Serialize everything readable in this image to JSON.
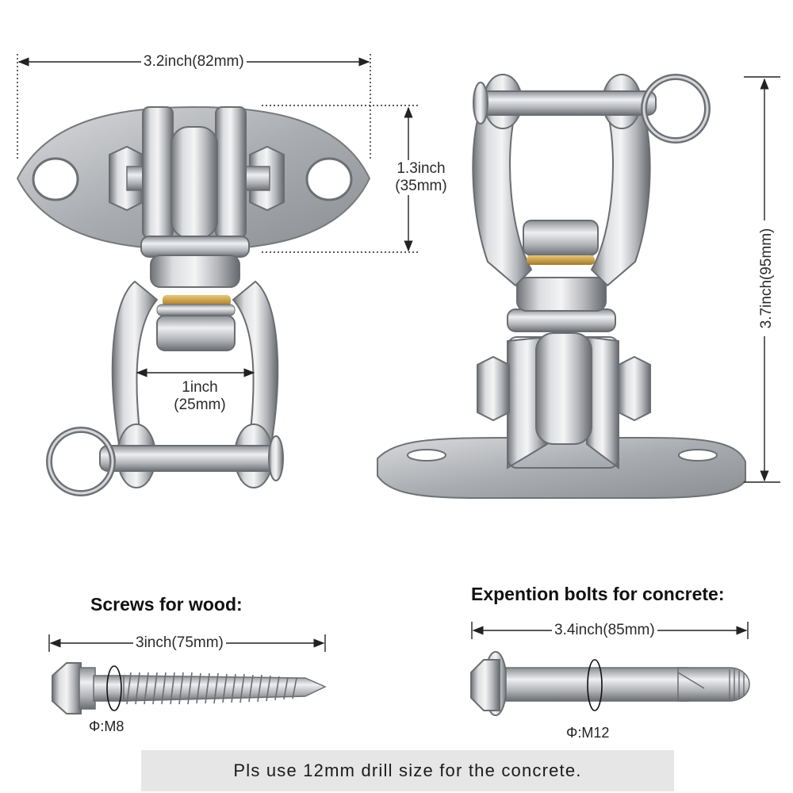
{
  "dimensions": {
    "top_width": "3.2inch(82mm)",
    "plate_height_inch": "1.3inch",
    "plate_height_mm": "(35mm)",
    "opening_inch": "1inch",
    "opening_mm": "(25mm)",
    "total_height": "3.7inch(95mm)"
  },
  "wood": {
    "heading": "Screws for wood:",
    "length": "3inch(75mm)",
    "diameter": "Φ:M8"
  },
  "concrete": {
    "heading": "Expention bolts for concrete:",
    "length": "3.4inch(85mm)",
    "diameter": "Φ:M12"
  },
  "note": "Pls use 12mm drill size for the concrete.",
  "colors": {
    "steel_light": "#e8e8ea",
    "steel_mid": "#b9bbbf",
    "steel_dark": "#6f7276",
    "brass": "#c99a3c",
    "note_bg": "#e6e6e6"
  }
}
